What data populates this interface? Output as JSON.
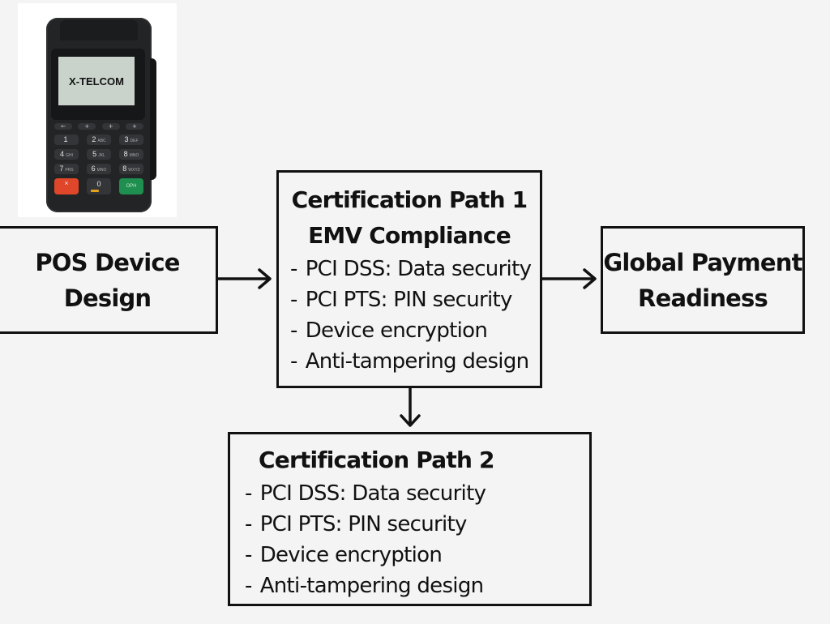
{
  "device": {
    "brand_screen_text": "X-TELCOM",
    "nav_keys": [
      "←",
      "+",
      "+",
      "+"
    ],
    "keypad": [
      [
        {
          "main": "1",
          "sub": ""
        },
        {
          "main": "2",
          "sub": "ABC"
        },
        {
          "main": "3",
          "sub": "DEF"
        }
      ],
      [
        {
          "main": "4",
          "sub": "GHI"
        },
        {
          "main": "5",
          "sub": "JKL"
        },
        {
          "main": "8",
          "sub": "MNO"
        }
      ],
      [
        {
          "main": "7",
          "sub": "PRS"
        },
        {
          "main": "6",
          "sub": "MNO"
        },
        {
          "main": "8",
          "sub": "WXYZ"
        }
      ]
    ],
    "bottom_keys": {
      "cancel": "×",
      "zero": "0",
      "ok": "OPH"
    },
    "colors": {
      "body": "#232426",
      "screen": "#c9d3cc",
      "cancel": "#e0462a",
      "ok": "#1e8f4e",
      "accent": "#e7a21b"
    }
  },
  "nodes": {
    "pos": {
      "lines": [
        "POS Device",
        "Design"
      ]
    },
    "cert1": {
      "title_lines": [
        "Certification Path 1",
        "EMV Compliance"
      ],
      "items": [
        "PCI DSS: Data security",
        "PCI PTS: PIN security",
        "Device encryption",
        "Anti-tampering design"
      ]
    },
    "global": {
      "lines": [
        "Global Payment",
        "Readiness"
      ]
    },
    "cert2": {
      "title": "Certification Path 2",
      "items": [
        "PCI DSS: Data security",
        "PCI PTS: PIN security",
        "Device encryption",
        "Anti-tampering design"
      ]
    }
  },
  "bullet": "-",
  "edges": [
    {
      "from": "pos",
      "to": "cert1"
    },
    {
      "from": "cert1",
      "to": "global"
    },
    {
      "from": "cert1",
      "to": "cert2"
    }
  ]
}
